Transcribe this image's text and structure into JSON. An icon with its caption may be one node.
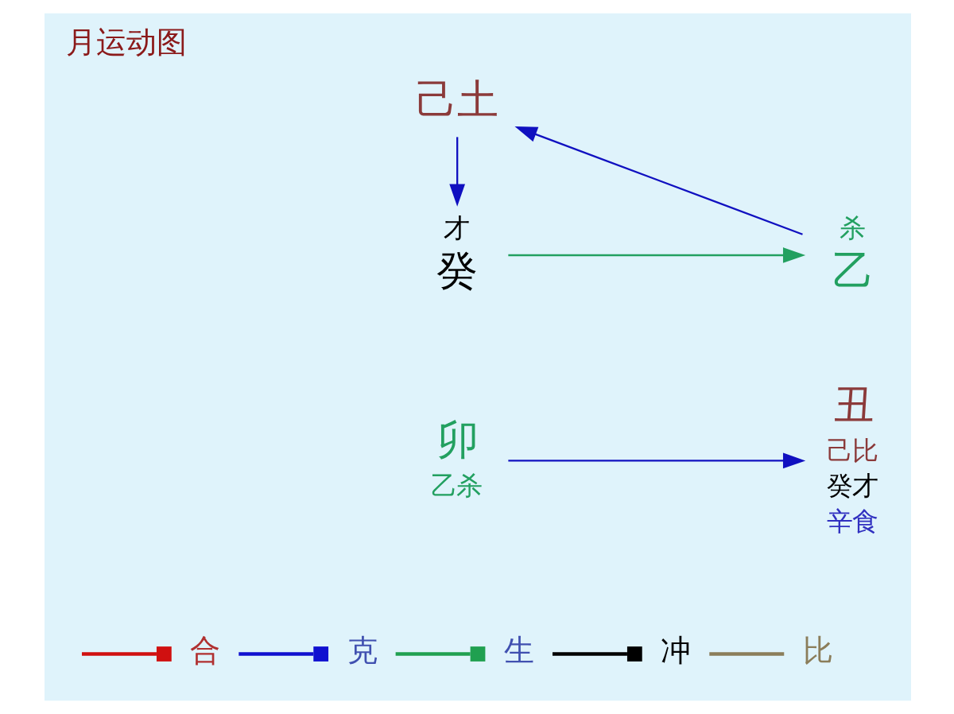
{
  "diagram": {
    "title": "月运动图",
    "nodes": [
      {
        "text": [
          "己土"
        ]
      },
      {
        "text": [
          "癸"
        ],
        "beside": [
          "才"
        ]
      },
      {
        "text": [
          "乙"
        ],
        "beside": [
          "杀"
        ]
      },
      {
        "text": [
          "卯"
        ],
        "beside": [
          "乙杀"
        ]
      },
      {
        "text": [
          "丑"
        ],
        "beside": [
          "己比",
          "癸才",
          "辛食"
        ]
      }
    ],
    "edges": [
      {
        "from": 0,
        "to": 1,
        "arrow": "to"
      },
      {
        "from": 2,
        "to": 0,
        "arrow": "to"
      },
      {
        "from": 1,
        "to": 2,
        "arrow": "to",
        "color": "#22a060"
      },
      {
        "from": 3,
        "to": 4,
        "arrow": "to"
      }
    ],
    "legend": [
      {
        "text": "合"
      },
      {
        "text": "克"
      },
      {
        "text": "生"
      },
      {
        "text": "冲"
      },
      {
        "text": "比"
      }
    ]
  }
}
